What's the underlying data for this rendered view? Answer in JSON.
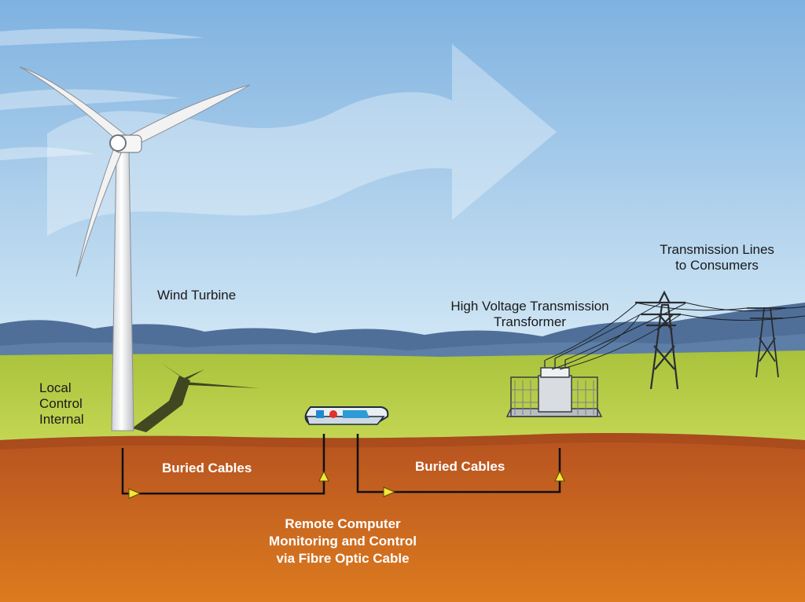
{
  "labels": {
    "wind_turbine": "Wind Turbine",
    "local_control": [
      "Local",
      "Control",
      "Internal"
    ],
    "transformer": [
      "High Voltage Transmission",
      "Transformer"
    ],
    "transmission_lines": [
      "Transmission Lines",
      "to Consumers"
    ],
    "buried_cables_left": "Buried Cables",
    "buried_cables_right": "Buried Cables",
    "remote_monitoring": [
      "Remote Computer",
      "Monitoring and Control",
      "via Fibre Optic Cable"
    ]
  },
  "colors": {
    "sky_top": "#7fb2e0",
    "sky_bottom": "#d2e8f6",
    "mountains": "#4d6f98",
    "grass": "#b5cc45",
    "soil_top": "#b75422",
    "soil_bottom": "#d9761f",
    "cable": "#111111",
    "cable_arrow": "#f2e63a",
    "turbine": "#f4f4f4"
  }
}
